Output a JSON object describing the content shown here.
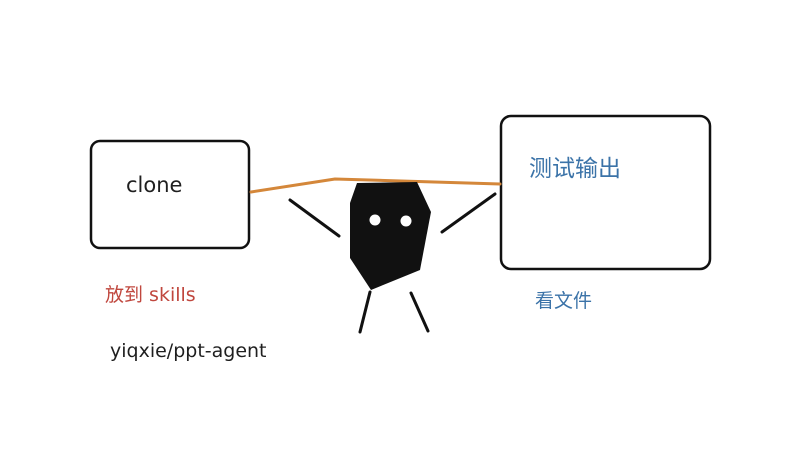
{
  "labels": {
    "clone": "clone",
    "test_output": "测试输出",
    "put_to_skills": "放到 skills",
    "repo": "yiqxie/ppt-agent",
    "view_files": "看文件"
  },
  "colors": {
    "background": "#ffffff",
    "ink": "#111111",
    "connector": "#d4873a",
    "red_text": "#c0473e",
    "blue_text": "#3b73a8",
    "dark_text": "#1f1f1f",
    "eye": "#ffffff"
  }
}
